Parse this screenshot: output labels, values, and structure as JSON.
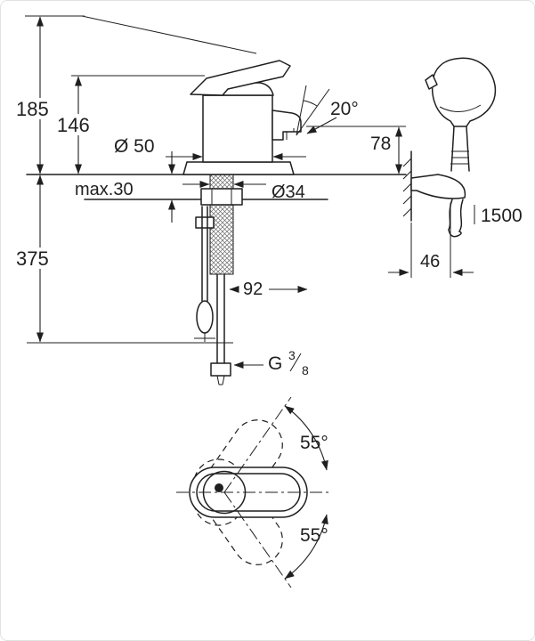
{
  "colors": {
    "line": "#1f1f1f",
    "background": "#ffffff"
  },
  "labels": {
    "total_height": "185",
    "height_to_lever": "146",
    "base_diameter": "Ø 50",
    "spout_angle": "20°",
    "spout_outlet_height": "78",
    "max_mounting_thickness": "max.30",
    "mounting_hole_diameter": "Ø34",
    "length_below_deck": "375",
    "hose_offset": "92",
    "thread_letter": "G",
    "thread_numerator": "3",
    "thread_denominator": "8",
    "shower_hose_length": "1500",
    "holder_projection": "46",
    "swivel_angle_upper": "55°",
    "swivel_angle_lower": "55°"
  }
}
